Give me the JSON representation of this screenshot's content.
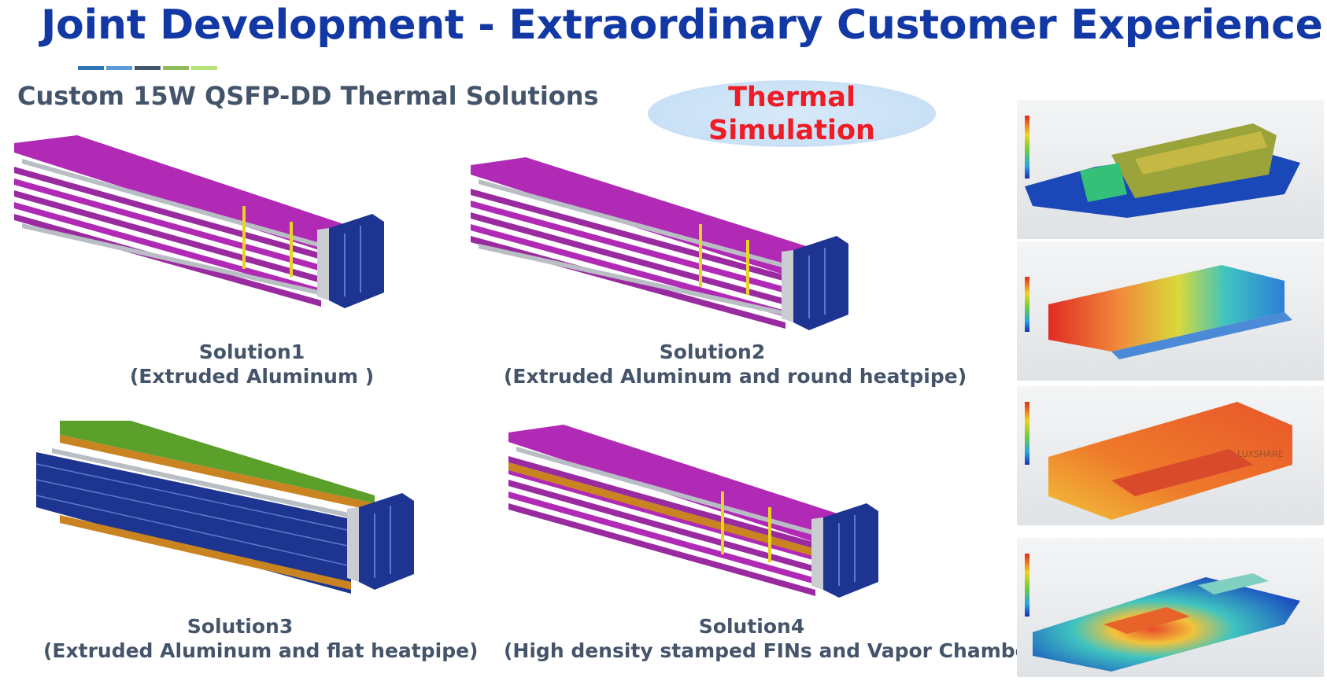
{
  "header": {
    "title": "Joint Development - Extraordinary Customer Experience",
    "accent_colors": [
      "#2e75b6",
      "#5b9bd5",
      "#44546a",
      "#8fbc5a",
      "#b5e37a"
    ]
  },
  "subtitle": "Custom 15W QSFP-DD Thermal Solutions",
  "thermal_simulation_label": "Thermal\nSimulation",
  "solutions": [
    {
      "name": "Solution1",
      "description": "(Extruded Aluminum )"
    },
    {
      "name": "Solution2",
      "description": "(Extruded Aluminum and round heatpipe)"
    },
    {
      "name": "Solution3",
      "description": "(Extruded Aluminum and flat heatpipe)"
    },
    {
      "name": "Solution4",
      "description": "(High density stamped FINs  and Vapor Chamber)"
    }
  ],
  "simulation_panels": [
    {
      "name": "module-temperature"
    },
    {
      "name": "heat-sink-temperature"
    },
    {
      "name": "cage-temperature",
      "brand": "LUXSHARE"
    },
    {
      "name": "pcb-temperature"
    }
  ],
  "colors": {
    "title": "#1238a6",
    "subtitle": "#44546a",
    "simulation_text": "#ee1c25",
    "fin_magenta": "#b02ab5",
    "cage_navy": "#1d3590",
    "heatpipe_orange": "#c98320",
    "fin_green": "#5aa02a"
  }
}
